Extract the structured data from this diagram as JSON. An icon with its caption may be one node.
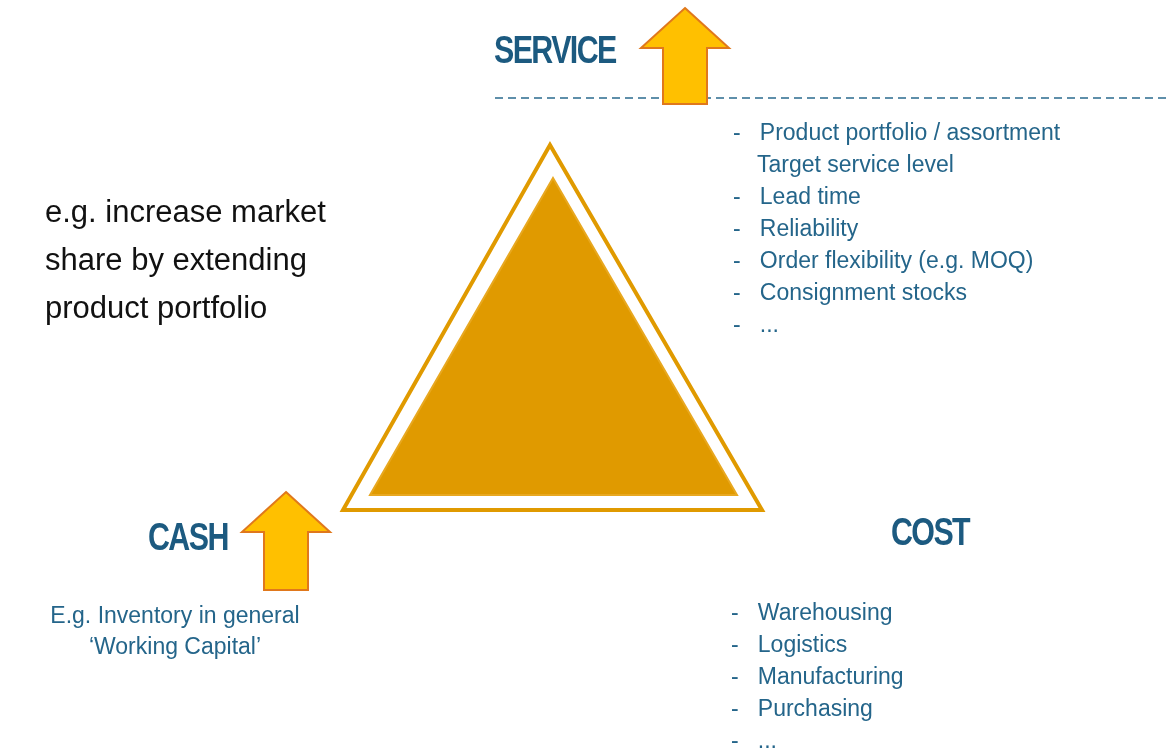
{
  "diagram": {
    "labels": [
      "SERVICE",
      "e.g. increase market share by extending product portfolio",
      "-   Product portfolio / assortment",
      "Target service level",
      "-   Lead time",
      "-   Reliability",
      "-   Order flexibility (e.g. MOQ)",
      "-   Consignment stocks",
      "-   ...",
      "CASH",
      "COST",
      "E.g. Inventory in general ‘Working Capital’",
      "-   Warehousing",
      "-   Logistics",
      "-   Manufacturing",
      "-   Purchasing",
      "-   ..."
    ]
  }
}
